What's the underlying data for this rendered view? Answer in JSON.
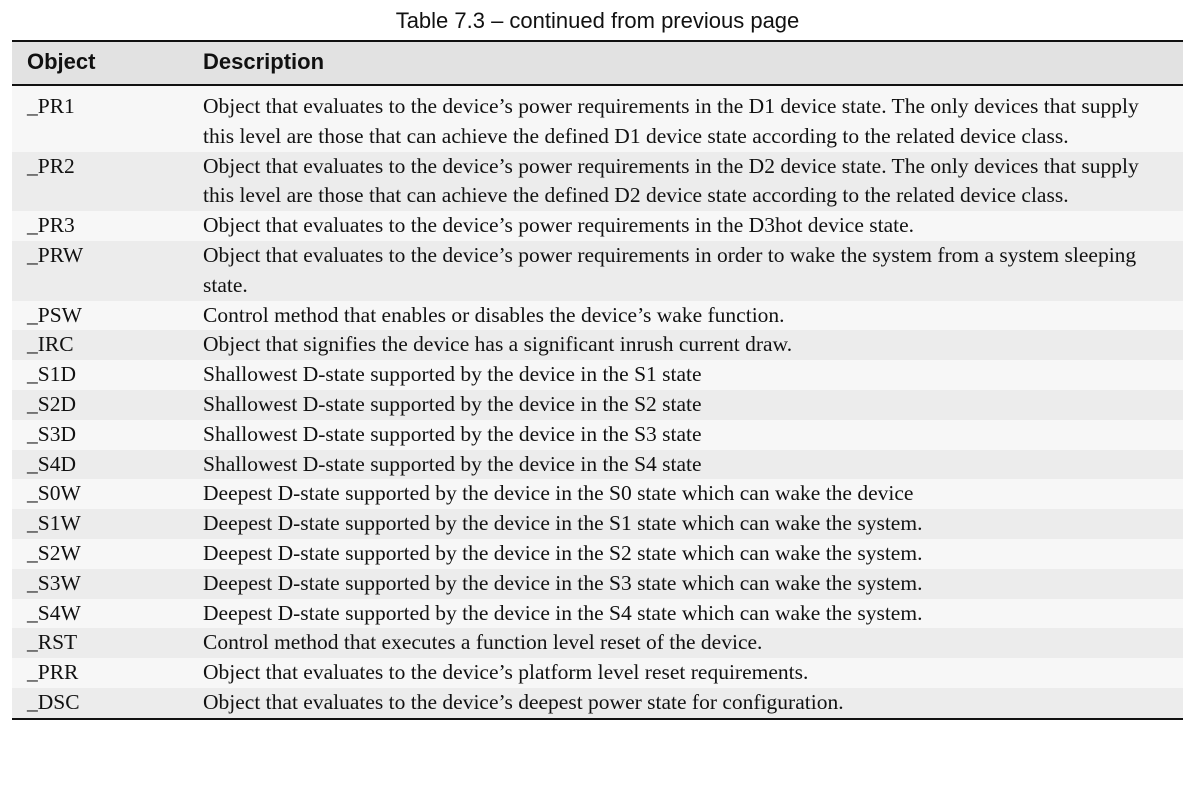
{
  "caption": "Table  7.3 – continued from previous page",
  "header": {
    "object": "Object",
    "description": "Description"
  },
  "rows": [
    {
      "object": "_PR1",
      "description": "Object that evaluates to the device’s power requirements in the D1 device state. The only devices that supply this level are those that can achieve the defined D1 device state according to the related device class."
    },
    {
      "object": "_PR2",
      "description": "Object that evaluates to the device’s power requirements in the D2 device state. The only devices that supply this level are those that can achieve the defined D2 device state according to the related device class."
    },
    {
      "object": "_PR3",
      "description": "Object that evaluates to the device’s power requirements in the D3hot device state."
    },
    {
      "object": "_PRW",
      "description": "Object that evaluates to the device’s power requirements in order to wake the system from a system sleeping state."
    },
    {
      "object": "_PSW",
      "description": "Control method that enables or disables the device’s wake function."
    },
    {
      "object": "_IRC",
      "description": "Object that signifies the device has a significant inrush current draw."
    },
    {
      "object": "_S1D",
      "description": "Shallowest D-state supported by the device in the S1 state"
    },
    {
      "object": "_S2D",
      "description": "Shallowest D-state supported by the device in the S2 state"
    },
    {
      "object": "_S3D",
      "description": "Shallowest D-state supported by the device in the S3 state"
    },
    {
      "object": "_S4D",
      "description": "Shallowest D-state supported by the device in the S4 state"
    },
    {
      "object": "_S0W",
      "description": "Deepest D-state supported by the device in the S0 state which can wake the device"
    },
    {
      "object": "_S1W",
      "description": "Deepest D-state supported by the device in the S1 state which can wake the system."
    },
    {
      "object": "_S2W",
      "description": "Deepest D-state supported by the device in the S2 state which can wake the system."
    },
    {
      "object": "_S3W",
      "description": "Deepest D-state supported by the device in the S3 state which can wake the system."
    },
    {
      "object": "_S4W",
      "description": "Deepest D-state supported by the device in the S4 state which can wake the system."
    },
    {
      "object": "_RST",
      "description": "Control method that executes a function level reset of the device."
    },
    {
      "object": "_PRR",
      "description": "Object that evaluates to the device’s platform level reset requirements."
    },
    {
      "object": "_DSC",
      "description": "Object that evaluates to the device’s deepest power state for configuration."
    }
  ]
}
